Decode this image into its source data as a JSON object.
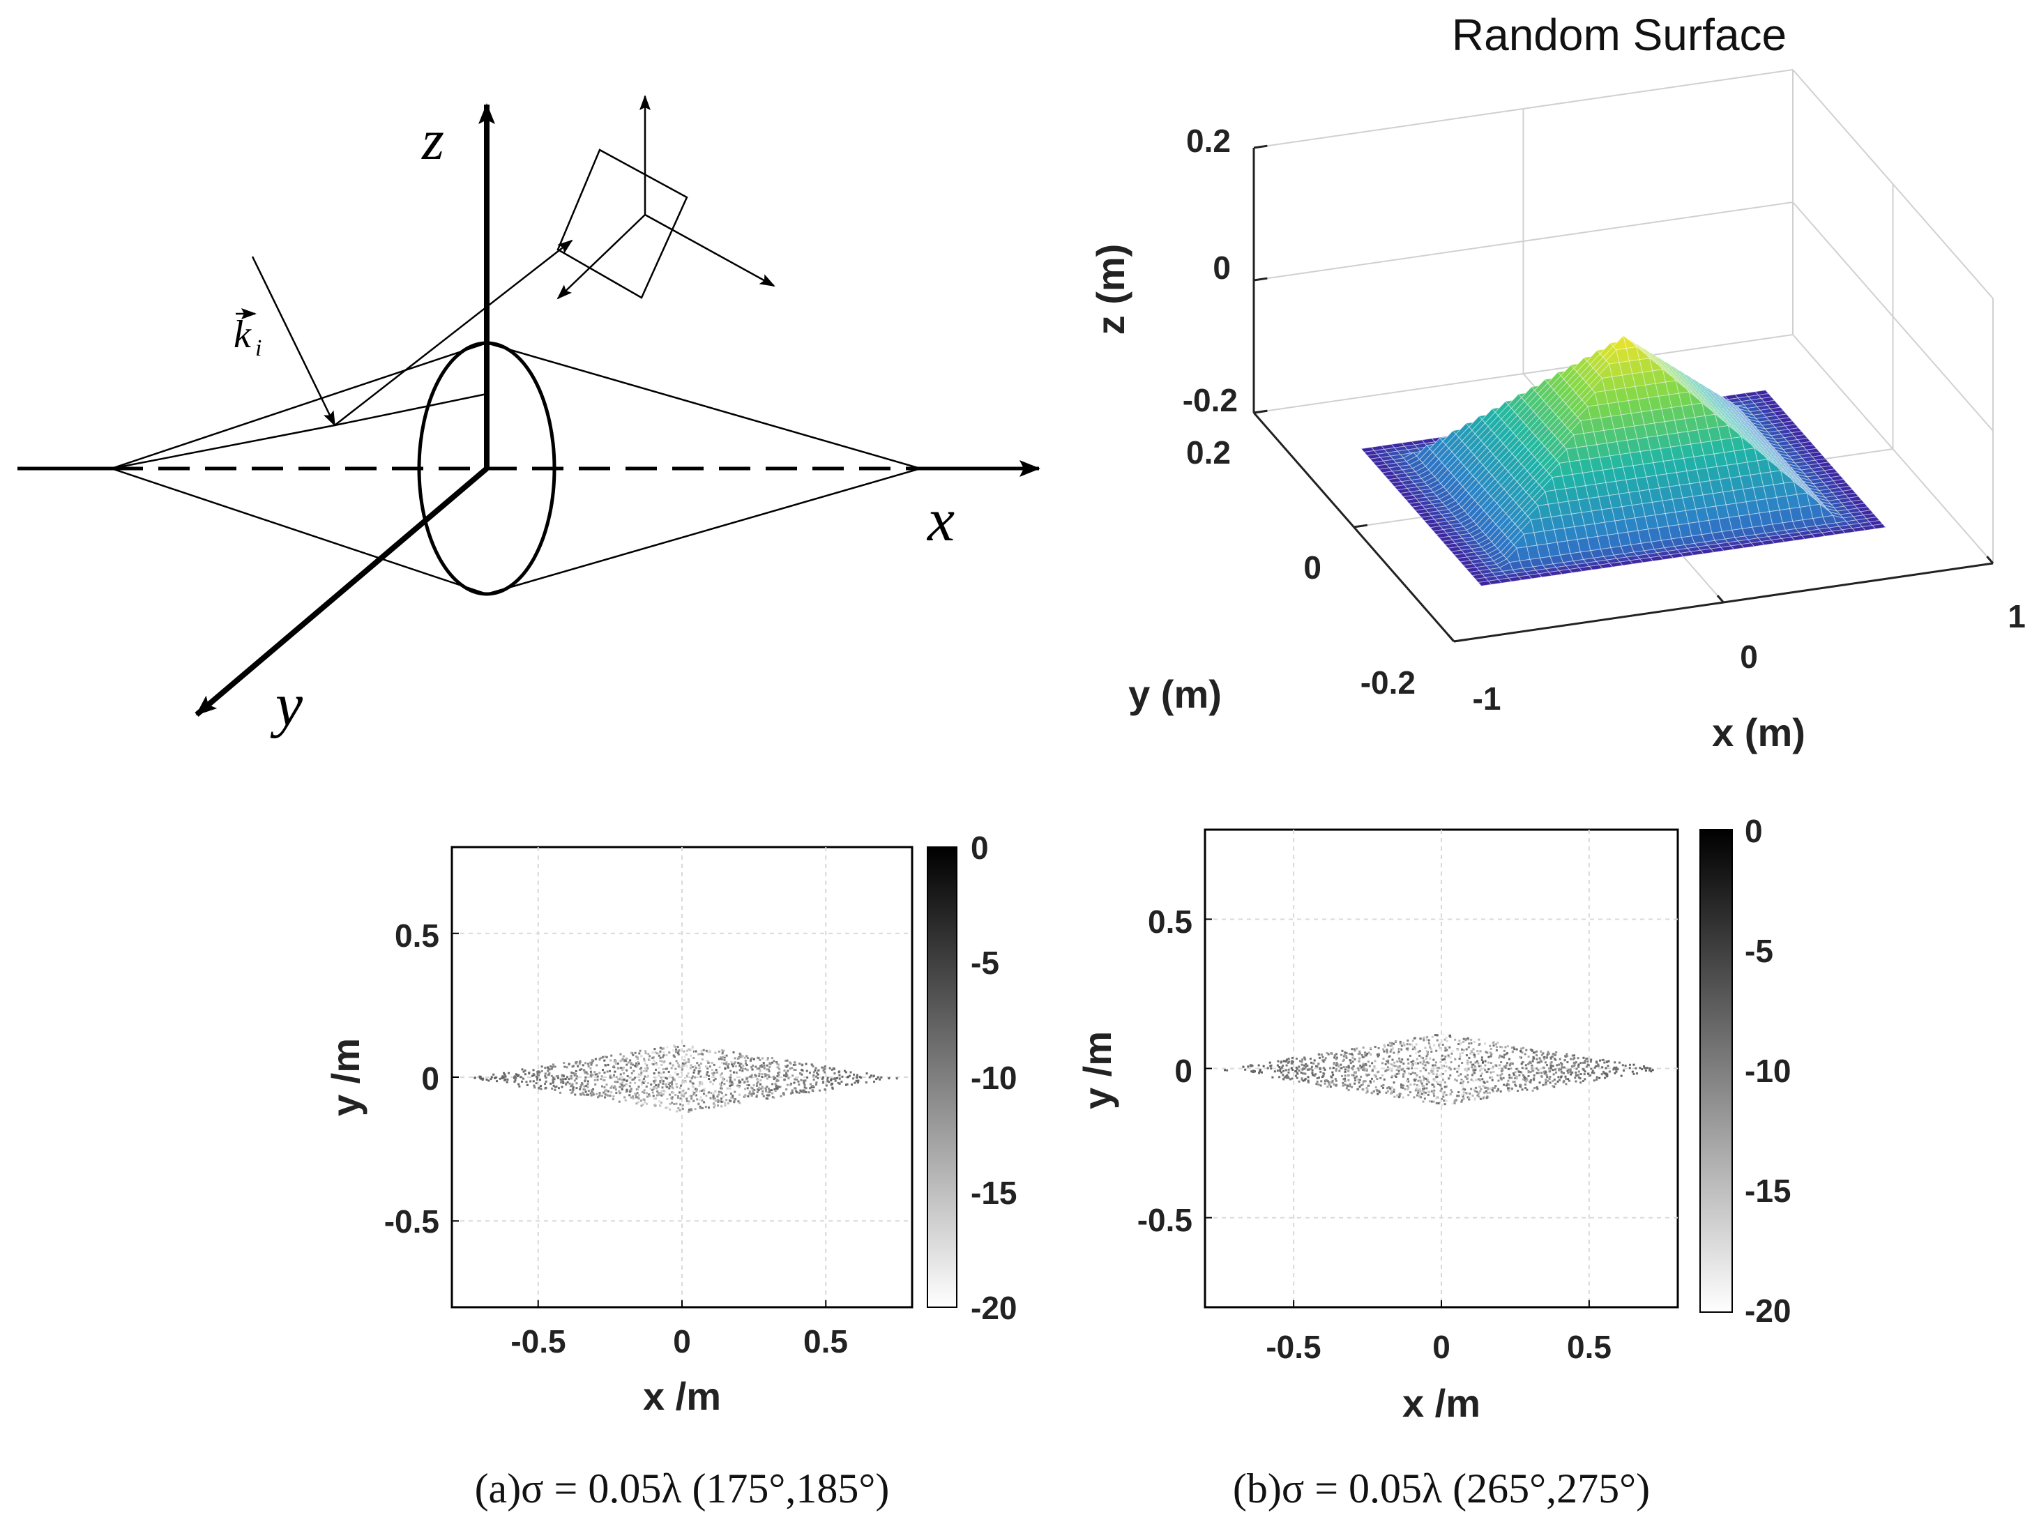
{
  "diagram": {
    "labels": {
      "z": "z",
      "x": "x",
      "y": "y",
      "k_vector": "k",
      "k_subscript": "i"
    }
  },
  "surface3d": {
    "title": "Random Surface",
    "x_label": "x (m)",
    "y_label": "y (m)",
    "z_label": "z (m)",
    "x_ticks": [
      "-1",
      "0",
      "1"
    ],
    "y_ticks": [
      "-0.2",
      "0",
      "0.2"
    ],
    "z_ticks": [
      "-0.2",
      "0",
      "0.2"
    ],
    "colormap": [
      "#3d1f9e",
      "#2c80c8",
      "#1fb5a6",
      "#7cd64a",
      "#f5e52a"
    ]
  },
  "panels": [
    {
      "caption": "(a)σ = 0.05λ     (175°,185°)",
      "x_label": "x /m",
      "y_label": "y /m",
      "x_ticks": [
        "-0.5",
        "0",
        "0.5"
      ],
      "y_ticks": [
        "0.5",
        "0",
        "-0.5"
      ],
      "colorbar_ticks": [
        "0",
        "-5",
        "-10",
        "-15",
        "-20"
      ]
    },
    {
      "caption": "(b)σ = 0.05λ     (265°,275°)",
      "x_label": "x /m",
      "y_label": "y /m",
      "x_ticks": [
        "-0.5",
        "0",
        "0.5"
      ],
      "y_ticks": [
        "0.5",
        "0",
        "-0.5"
      ],
      "colorbar_ticks": [
        "0",
        "-5",
        "-10",
        "-15",
        "-20"
      ]
    }
  ],
  "chart_data": [
    {
      "type": "surface",
      "title": "Random Surface",
      "xlabel": "x (m)",
      "ylabel": "y (m)",
      "zlabel": "z (m)",
      "xlim": [
        -1,
        1
      ],
      "ylim": [
        -0.2,
        0.2
      ],
      "zlim": [
        -0.2,
        0.2
      ],
      "grid": true
    },
    {
      "type": "heatmap",
      "xlabel": "x /m",
      "ylabel": "y /m",
      "xlim": [
        -0.8,
        0.8
      ],
      "ylim": [
        -0.8,
        0.8
      ],
      "colorbar_range": [
        -20,
        0
      ],
      "colormap": "gray",
      "grid": true,
      "nonzero_region": {
        "shape": "diamond",
        "x_extent": [
          -0.75,
          0.75
        ],
        "y_extent": [
          -0.12,
          0.12
        ]
      },
      "sigma": "0.05λ",
      "angle_range_deg": [
        175,
        185
      ]
    },
    {
      "type": "heatmap",
      "xlabel": "x /m",
      "ylabel": "y /m",
      "xlim": [
        -0.8,
        0.8
      ],
      "ylim": [
        -0.8,
        0.8
      ],
      "colorbar_range": [
        -20,
        0
      ],
      "colormap": "gray",
      "grid": true,
      "nonzero_region": {
        "shape": "diamond",
        "x_extent": [
          -0.75,
          0.75
        ],
        "y_extent": [
          -0.12,
          0.12
        ]
      },
      "sigma": "0.05λ",
      "angle_range_deg": [
        265,
        275
      ]
    }
  ]
}
